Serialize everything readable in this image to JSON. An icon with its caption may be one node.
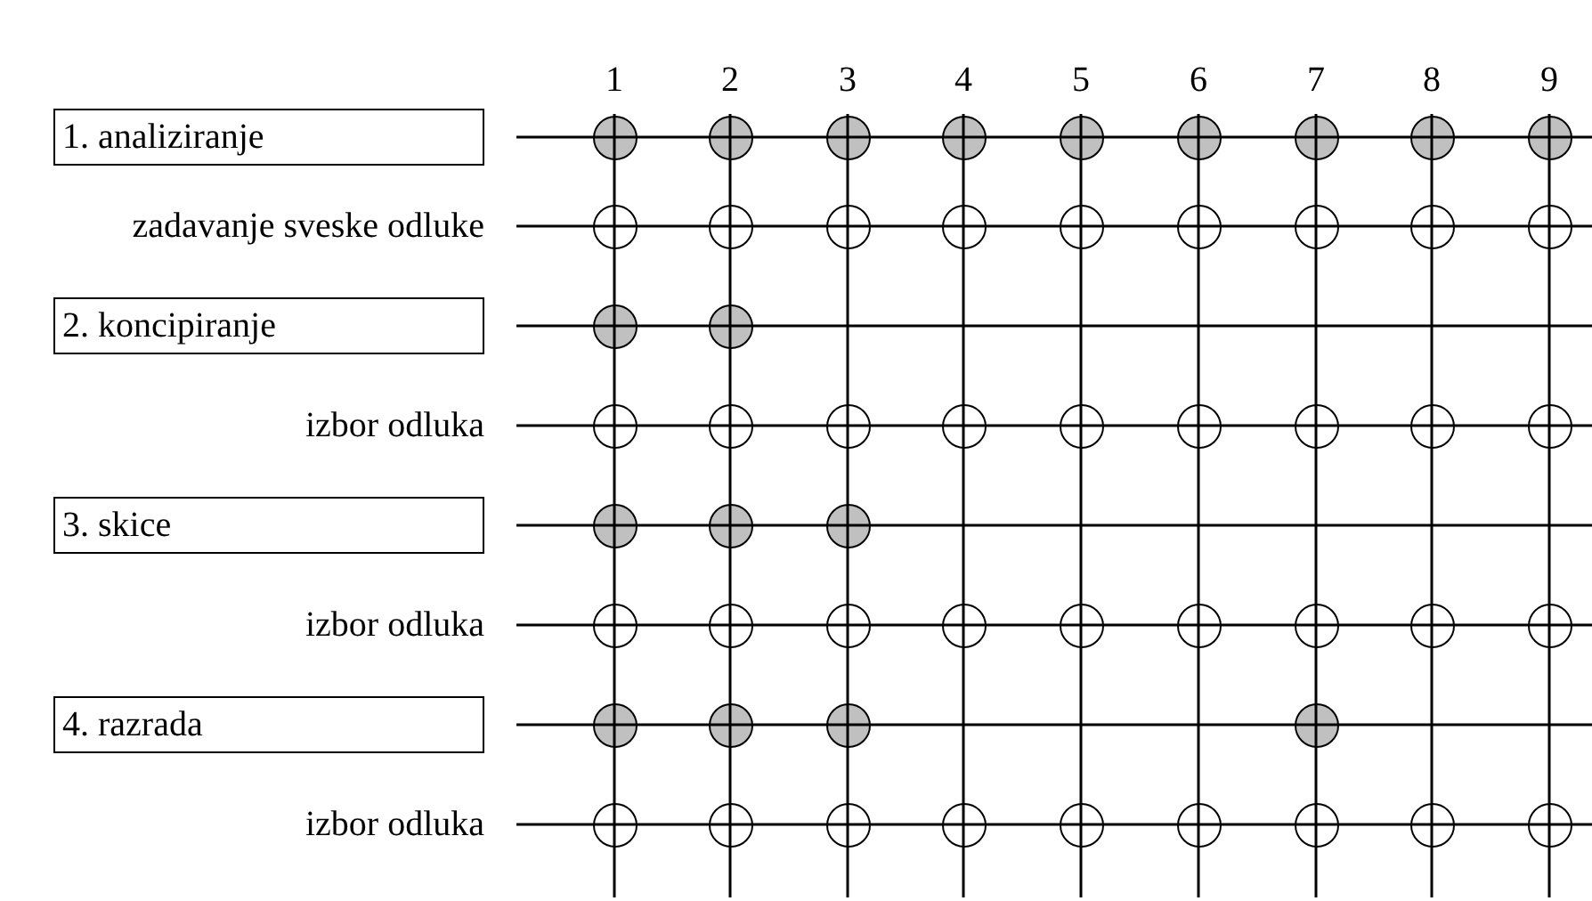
{
  "diagram": {
    "nodes": [
      {
        "text": [
          "1. analiziranje"
        ]
      },
      {
        "text": [],
        "shape": "dot"
      },
      {
        "text": [],
        "shape": "dot"
      },
      {
        "text": [],
        "shape": "dot"
      },
      {
        "text": [],
        "shape": "dot"
      },
      {
        "text": [],
        "shape": "dot"
      },
      {
        "text": [],
        "shape": "dot"
      },
      {
        "text": [],
        "shape": "dot"
      },
      {
        "text": [],
        "shape": "dot"
      },
      {
        "text": [],
        "shape": "dot"
      },
      {
        "text": [],
        "shape": "circle"
      },
      {
        "text": [],
        "shape": "circle"
      },
      {
        "text": [],
        "shape": "circle"
      },
      {
        "text": [],
        "shape": "circle"
      },
      {
        "text": [],
        "shape": "circle"
      },
      {
        "text": [],
        "shape": "circle"
      },
      {
        "text": [],
        "shape": "circle"
      },
      {
        "text": [],
        "shape": "circle"
      },
      {
        "text": [],
        "shape": "circle"
      },
      {
        "text": [
          "2. koncipiranje"
        ]
      },
      {
        "text": [],
        "shape": "dot"
      },
      {
        "text": [],
        "shape": "dot"
      },
      {
        "text": [],
        "shape": "circle"
      },
      {
        "text": [],
        "shape": "circle"
      },
      {
        "text": [],
        "shape": "circle"
      },
      {
        "text": [],
        "shape": "circle"
      },
      {
        "text": [],
        "shape": "circle"
      },
      {
        "text": [],
        "shape": "circle"
      },
      {
        "text": [],
        "shape": "circle"
      },
      {
        "text": [],
        "shape": "circle"
      },
      {
        "text": [],
        "shape": "circle"
      },
      {
        "text": [
          "3. skice"
        ]
      },
      {
        "text": [],
        "shape": "dot"
      },
      {
        "text": [],
        "shape": "dot"
      },
      {
        "text": [],
        "shape": "dot"
      },
      {
        "text": [],
        "shape": "circle"
      },
      {
        "text": [],
        "shape": "circle"
      },
      {
        "text": [],
        "shape": "circle"
      },
      {
        "text": [],
        "shape": "circle"
      },
      {
        "text": [],
        "shape": "circle"
      },
      {
        "text": [],
        "shape": "circle"
      },
      {
        "text": [],
        "shape": "circle"
      },
      {
        "text": [],
        "shape": "circle"
      },
      {
        "text": [],
        "shape": "circle"
      },
      {
        "text": [
          "4. razrada"
        ]
      },
      {
        "text": [],
        "shape": "dot"
      },
      {
        "text": [],
        "shape": "dot"
      },
      {
        "text": [],
        "shape": "dot"
      },
      {
        "text": [],
        "shape": "dot"
      },
      {
        "text": [],
        "shape": "circle"
      },
      {
        "text": [],
        "shape": "circle"
      },
      {
        "text": [],
        "shape": "circle"
      },
      {
        "text": [],
        "shape": "circle"
      },
      {
        "text": [],
        "shape": "circle"
      },
      {
        "text": [],
        "shape": "circle"
      },
      {
        "text": [],
        "shape": "circle"
      },
      {
        "text": [],
        "shape": "circle"
      },
      {
        "text": [],
        "shape": "circle"
      }
    ],
    "labels": [
      "1",
      "2",
      "3",
      "4",
      "5",
      "6",
      "7",
      "8",
      "9",
      "zadavanje sveske odluke",
      "izbor odluka",
      "izbor odluka",
      "izbor odluka"
    ]
  }
}
